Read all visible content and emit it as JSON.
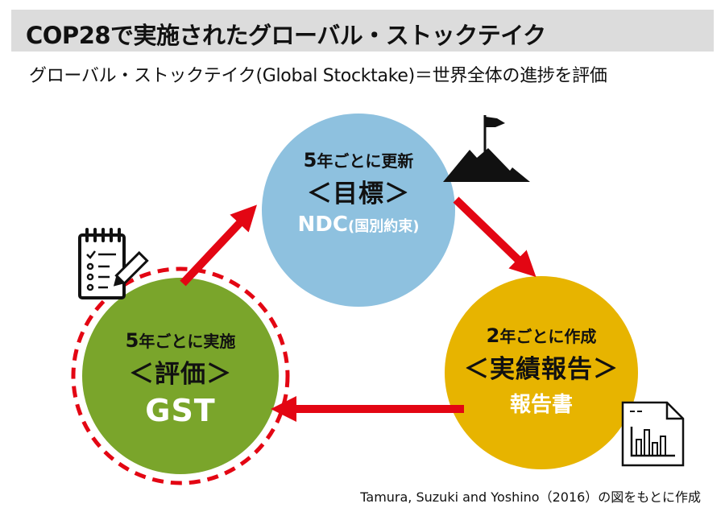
{
  "title": "COP28で実施されたグローバル・ストックテイク",
  "subtitle": "グローバル・ストックテイク(Global Stocktake)＝世界全体の進捗を評価",
  "nodes": {
    "ndc": {
      "cycle_num": "5",
      "cycle_text": "年ごとに更新",
      "main": "＜目標＞",
      "abbr": "NDC",
      "abbr_note": "(国別約束)",
      "color": "#8ec1df"
    },
    "report": {
      "cycle_num": "2",
      "cycle_text": "年ごとに作成",
      "main": "＜実績報告＞",
      "abbr": "報告書",
      "color": "#e7b400"
    },
    "gst": {
      "cycle_num": "5",
      "cycle_text": "年ごとに実施",
      "main": "＜評価＞",
      "abbr": "GST",
      "color": "#7aa52b"
    }
  },
  "icons": {
    "ndc": "mountain-flag-icon",
    "report": "document-chart-icon",
    "gst": "checklist-pencil-icon"
  },
  "colors": {
    "arrow": "#e30613",
    "dashed_ring": "#e30613",
    "title_bg": "#dcdcdc"
  },
  "credit": "Tamura, Suzuki and Yoshino（2016）の図をもとに作成"
}
